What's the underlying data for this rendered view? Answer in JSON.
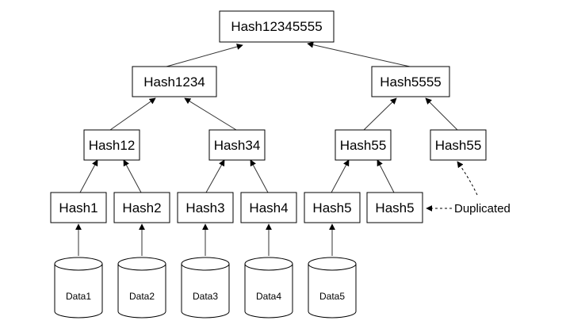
{
  "nodes": {
    "root": "Hash12345555",
    "hash1234": "Hash1234",
    "hash5555": "Hash5555",
    "hash12": "Hash12",
    "hash34": "Hash34",
    "hash55_left": "Hash55",
    "hash55_right": "Hash55",
    "hash1": "Hash1",
    "hash2": "Hash2",
    "hash3": "Hash3",
    "hash4": "Hash4",
    "hash5_left": "Hash5",
    "hash5_right": "Hash5"
  },
  "data_blocks": {
    "data1": "Data1",
    "data2": "Data2",
    "data3": "Data3",
    "data4": "Data4",
    "data5": "Data5"
  },
  "annotations": {
    "duplicated": "Duplicated"
  }
}
